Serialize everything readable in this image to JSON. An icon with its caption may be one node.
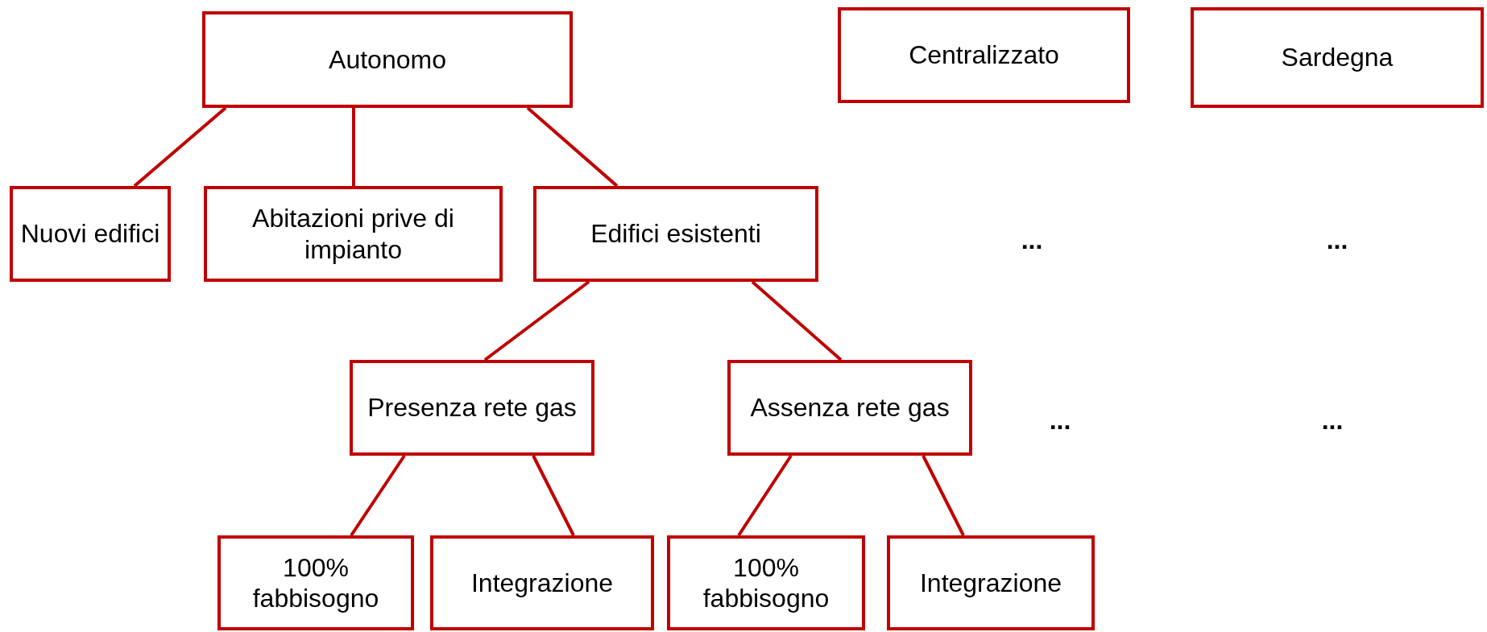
{
  "diagram": {
    "nodes": [
      {
        "text": [
          "Autonomo"
        ]
      },
      {
        "text": [
          "Centralizzato"
        ]
      },
      {
        "text": [
          "Sardegna"
        ]
      },
      {
        "text": [
          "Nuovi edifici"
        ]
      },
      {
        "text": [
          "Abitazioni prive di impianto"
        ]
      },
      {
        "text": [
          "Edifici esistenti"
        ]
      },
      {
        "text": [
          "Presenza rete gas"
        ]
      },
      {
        "text": [
          "Assenza rete gas"
        ]
      },
      {
        "text": [
          "100% fabbisogno"
        ]
      },
      {
        "text": [
          "Integrazione"
        ]
      },
      {
        "text": [
          "100% fabbisogno"
        ]
      },
      {
        "text": [
          "Integrazione"
        ]
      }
    ],
    "edges": [
      {
        "from": 0,
        "to": 3,
        "arrow": "none"
      },
      {
        "from": 0,
        "to": 4,
        "arrow": "none"
      },
      {
        "from": 0,
        "to": 5,
        "arrow": "none"
      },
      {
        "from": 5,
        "to": 6,
        "arrow": "none"
      },
      {
        "from": 5,
        "to": 7,
        "arrow": "none"
      },
      {
        "from": 6,
        "to": 8,
        "arrow": "none"
      },
      {
        "from": 6,
        "to": 9,
        "arrow": "none"
      },
      {
        "from": 7,
        "to": 10,
        "arrow": "none"
      },
      {
        "from": 7,
        "to": 11,
        "arrow": "none"
      }
    ],
    "labels": [
      "...",
      "...",
      "...",
      "..."
    ]
  }
}
